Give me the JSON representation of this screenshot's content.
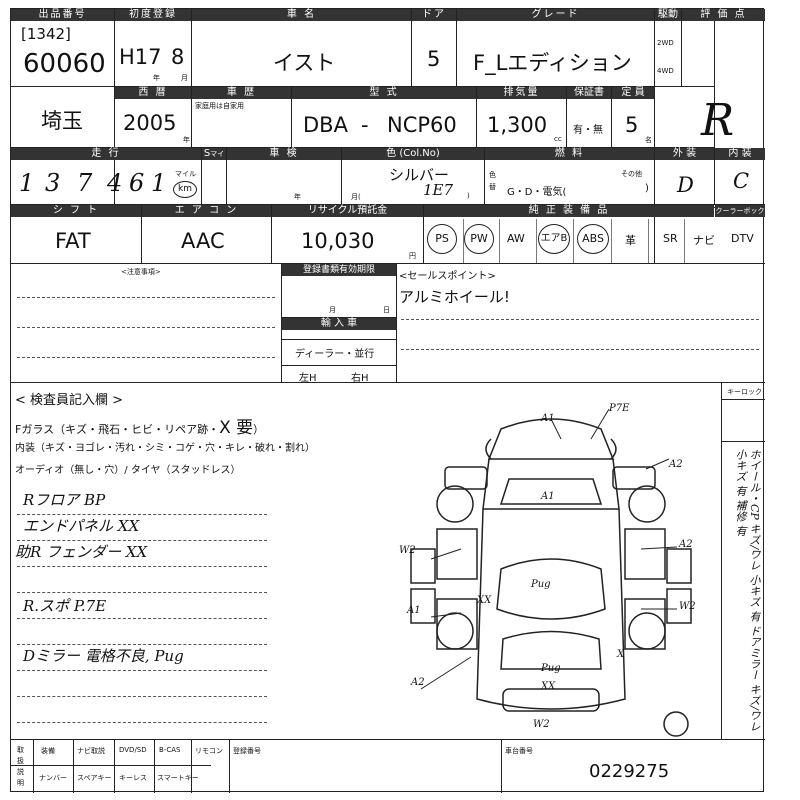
{
  "headers": {
    "lot_no": "出品番号",
    "first_reg": "初度登録",
    "car_name": "車 名",
    "doors": "ドア",
    "grade": "グレード",
    "drive": "駆動",
    "score": "評 価 点",
    "year": "西 暦",
    "history": "車 歴",
    "model": "型 式",
    "displacement": "排気量",
    "warranty": "保証書",
    "capacity": "定 員",
    "mileage": "走 行",
    "inspection": "車 検",
    "color": "色 (Col.No)",
    "fuel": "燃 料",
    "exterior": "外 装",
    "interior": "内 装",
    "shift": "シ フ ト",
    "aircon": "エ ア コ ン",
    "recycle": "リサイクル預託金",
    "equipment": "純 正 装 備 品",
    "cooler": "クーラーボックス",
    "notes": "<注意事項>",
    "reg_doc": "登録書類有効期限",
    "sales_point": "<セールスポイント>",
    "import": "輸 入 車",
    "inspector": "< 検査員記入欄 >",
    "keylock": "キーロック",
    "chassis_no": "車台番号"
  },
  "lot": {
    "code": "[1342]",
    "number": "60060"
  },
  "first_reg": {
    "era": "H17",
    "month": "8",
    "year_unit": "年",
    "month_unit": "月"
  },
  "car": {
    "name": "イスト",
    "doors": "5",
    "grade": "F_Lエディション",
    "drive_2wd": "2WD",
    "drive_4wd": "4WD"
  },
  "score": "R",
  "region": "埼玉",
  "year": {
    "value": "2005",
    "unit": "年"
  },
  "history": {
    "note": "家庭用は自家用"
  },
  "model": {
    "prefix": "DBA",
    "dash": "-",
    "code": "NCP60"
  },
  "displacement": {
    "value": "1,300",
    "unit": "cc"
  },
  "warranty": "有・無",
  "capacity": {
    "value": "5",
    "unit": "名"
  },
  "mileage": {
    "digits": [
      "1",
      "3",
      "7",
      "4",
      "6",
      "1"
    ],
    "unit_mile": "マイル",
    "unit_km": "km",
    "s_mark": "S"
  },
  "inspection": {
    "year": "年",
    "month": "月(",
    "close": ")"
  },
  "color": {
    "name": "シルバー",
    "code": "1E7",
    "change": "色替"
  },
  "fuel": {
    "options": "G・D・電気(",
    "other_label": "その他",
    "close": ")"
  },
  "exterior": "D",
  "interior": "C",
  "shift": "FAT",
  "aircon": "AAC",
  "recycle": {
    "value": "10,030",
    "unit": "円"
  },
  "equipment": [
    "PS",
    "PW",
    "AW",
    "エアB",
    "ABS",
    "革",
    "SR",
    "ナビ",
    "DTV"
  ],
  "reg_doc": {
    "month": "月",
    "day": "日"
  },
  "sales_point": "アルミホイール!",
  "import_opts": {
    "dealer": "ディーラー・並行",
    "left": "左H",
    "right": "右H"
  },
  "inspector_lines": {
    "fglass": "Fガラス（キズ・飛石・ヒビ・リペア跡・",
    "fglass_mark": "X 要",
    "fglass_close": "）",
    "interior": "内装（キズ・ヨゴレ・汚れ・シミ・コゲ・穴・キレ・破れ・割れ）",
    "audio": "オーディオ（無し・穴）/ タイヤ（スタッドレス）"
  },
  "handwritten": {
    "h1": "Rフロア BP",
    "h2": "エンドパネル XX",
    "h3": "助R フェンダー XX",
    "h4": "R.スポ P.7E",
    "h5": "Dミラー 電格不良, Pug",
    "side": "ホイール・CP キズ/ワレ 小キズ 有 ドアミラー キズ/ワレ 小キズ 有 補修 有"
  },
  "car_marks": {
    "a1": "A1",
    "a1b": "A1",
    "a1c": "A1",
    "a2": "A2",
    "a2b": "A2",
    "a2c": "A2",
    "w2": "W2",
    "w2b": "W2",
    "w2c": "W2",
    "p7e": "P7E",
    "pug1": "Pug",
    "pug2": "Pug",
    "xx1": "XX",
    "xx2": "X",
    "xx3": "XX"
  },
  "bottom": {
    "labels": [
      "装備",
      "ナビ取説",
      "DVD/SD",
      "B-CAS",
      "リモコン",
      "ナンバー",
      "スペアキー",
      "キーレス",
      "スマートキー"
    ],
    "side": "取扱説明",
    "reg_no": "登録番号",
    "chassis": "0229275"
  }
}
